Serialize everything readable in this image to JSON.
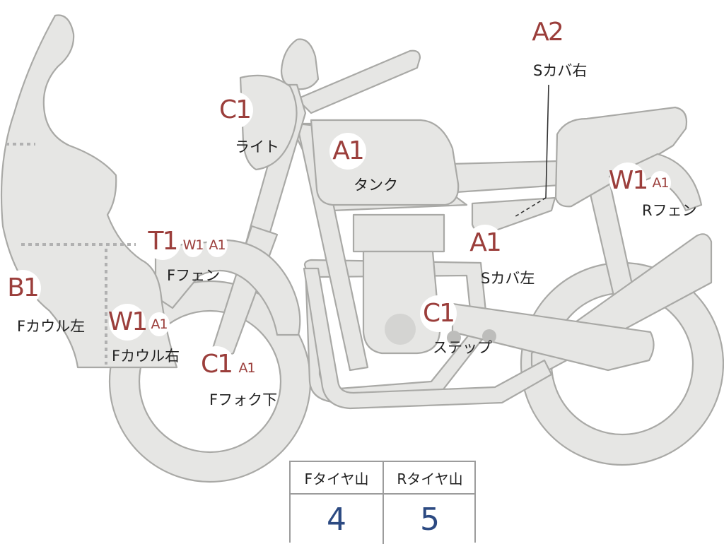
{
  "markers": {
    "a2_scover_r": "A2",
    "c1_light": "C1",
    "a1_tank": "A1",
    "w1_rfender": "W1",
    "a1_rfender": "A1",
    "t1_ffender": "T1",
    "w1_ffender": "W1",
    "a1_ffender": "A1",
    "a1_scover_l": "A1",
    "b1_fcowl_l": "B1",
    "w1_fcowl_r": "W1",
    "a1_fcowl_r": "A1",
    "c1_step": "C1",
    "c1_ffork": "C1",
    "a1_ffork": "A1"
  },
  "labels": {
    "scover_r": "Sカバ右",
    "light": "ライト",
    "tank": "タンク",
    "rfender": "Rフェン",
    "ffender": "Fフェン",
    "scover_l": "Sカバ左",
    "fcowl_l": "Fカウル左",
    "fcowl_r": "Fカウル右",
    "step": "ステップ",
    "ffork": "Fフォク下"
  },
  "tire_tread": {
    "front_label": "Fタイヤ山",
    "rear_label": "Rタイヤ山",
    "front_value": "4",
    "rear_value": "5"
  },
  "colors": {
    "marker_text": "#9b3e3b",
    "tread_value": "#2c4a82",
    "part_fill": "#e6e6e4"
  }
}
